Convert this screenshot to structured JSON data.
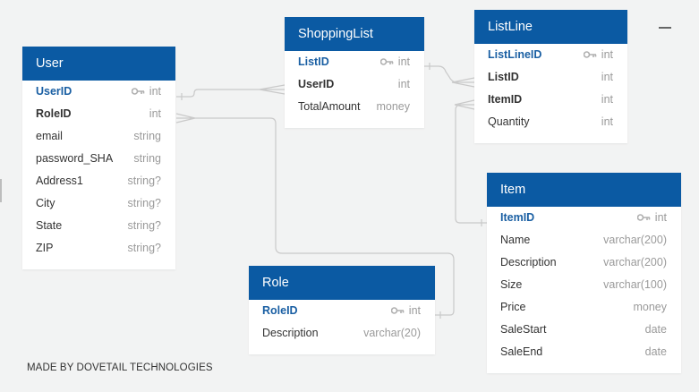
{
  "credit": "MADE BY DOVETAIL TECHNOLOGIES",
  "colors": {
    "header": "#0b5aa3",
    "pk_text": "#1a5fa3",
    "connector": "#c9c9c9",
    "background": "#f2f3f3"
  },
  "tables": [
    {
      "id": "user",
      "name": "User",
      "fields": [
        {
          "name": "UserID",
          "type": "int",
          "pk": true
        },
        {
          "name": "RoleID",
          "type": "int",
          "fk": true
        },
        {
          "name": "email",
          "type": "string"
        },
        {
          "name": "password_SHA",
          "type": "string"
        },
        {
          "name": "Address1",
          "type": "string?"
        },
        {
          "name": "City",
          "type": "string?"
        },
        {
          "name": "State",
          "type": "string?"
        },
        {
          "name": "ZIP",
          "type": "string?"
        }
      ]
    },
    {
      "id": "shoppinglist",
      "name": "ShoppingList",
      "fields": [
        {
          "name": "ListID",
          "type": "int",
          "pk": true
        },
        {
          "name": "UserID",
          "type": "int",
          "fk": true
        },
        {
          "name": "TotalAmount",
          "type": "money"
        }
      ]
    },
    {
      "id": "listline",
      "name": "ListLine",
      "fields": [
        {
          "name": "ListLineID",
          "type": "int",
          "pk": true
        },
        {
          "name": "ListID",
          "type": "int",
          "fk": true
        },
        {
          "name": "ItemID",
          "type": "int",
          "fk": true
        },
        {
          "name": "Quantity",
          "type": "int"
        }
      ]
    },
    {
      "id": "item",
      "name": "Item",
      "fields": [
        {
          "name": "ItemID",
          "type": "int",
          "pk": true
        },
        {
          "name": "Name",
          "type": "varchar(200)"
        },
        {
          "name": "Description",
          "type": "varchar(200)"
        },
        {
          "name": "Size",
          "type": "varchar(100)"
        },
        {
          "name": "Price",
          "type": "money"
        },
        {
          "name": "SaleStart",
          "type": "date"
        },
        {
          "name": "SaleEnd",
          "type": "date"
        }
      ]
    },
    {
      "id": "role",
      "name": "Role",
      "fields": [
        {
          "name": "RoleID",
          "type": "int",
          "pk": true
        },
        {
          "name": "Description",
          "type": "varchar(20)"
        }
      ]
    }
  ],
  "relationships": [
    {
      "from": "user.UserID",
      "to": "shoppinglist.UserID"
    },
    {
      "from": "shoppinglist.ListID",
      "to": "listline.ListID"
    },
    {
      "from": "item.ItemID",
      "to": "listline.ItemID"
    },
    {
      "from": "role.RoleID",
      "to": "user.RoleID"
    }
  ]
}
